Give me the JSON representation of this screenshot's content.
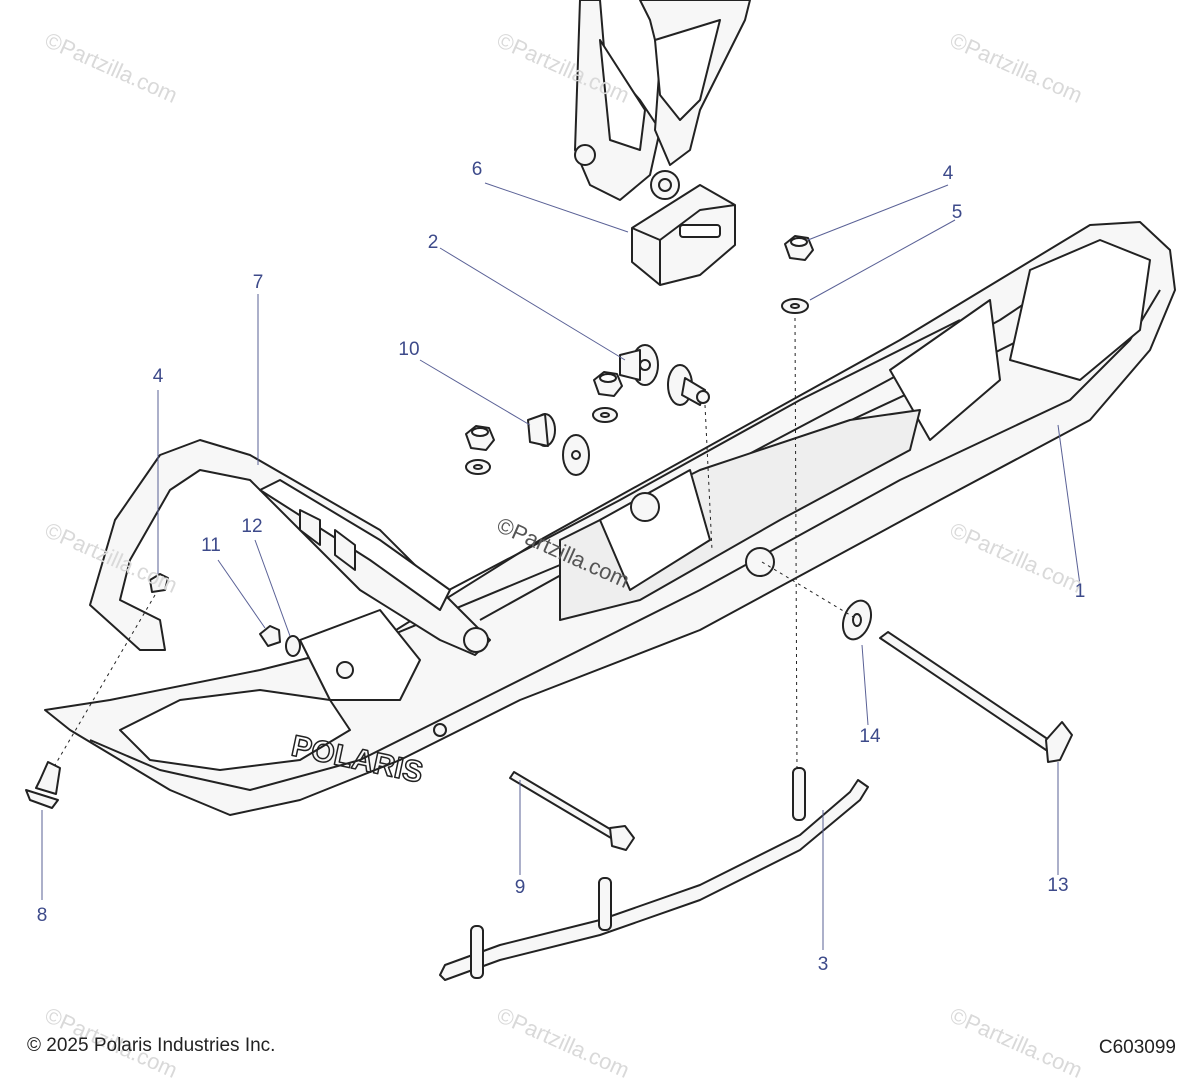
{
  "watermark": "©Partzilla.com",
  "copyright": "© 2025 Polaris Industries Inc.",
  "diagram_code": "C603099",
  "ski_logo": "POLARIS",
  "callouts": [
    {
      "id": "1",
      "label": "1"
    },
    {
      "id": "2",
      "label": "2"
    },
    {
      "id": "3",
      "label": "3"
    },
    {
      "id": "4a",
      "label": "4"
    },
    {
      "id": "4b",
      "label": "4"
    },
    {
      "id": "5",
      "label": "5"
    },
    {
      "id": "6",
      "label": "6"
    },
    {
      "id": "7",
      "label": "7"
    },
    {
      "id": "8",
      "label": "8"
    },
    {
      "id": "9",
      "label": "9"
    },
    {
      "id": "10",
      "label": "10"
    },
    {
      "id": "11",
      "label": "11"
    },
    {
      "id": "12",
      "label": "12"
    },
    {
      "id": "13",
      "label": "13"
    },
    {
      "id": "14",
      "label": "14"
    }
  ]
}
